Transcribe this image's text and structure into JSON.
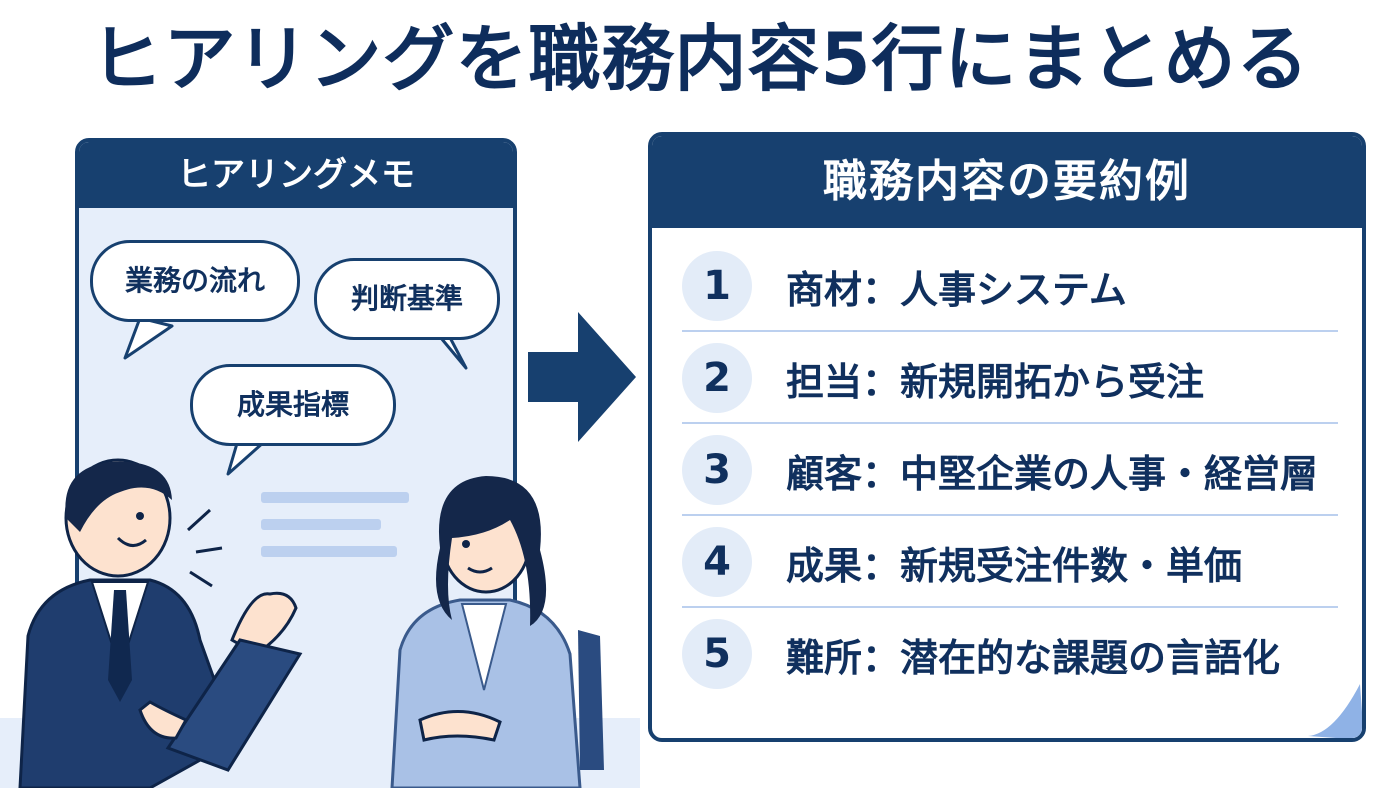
{
  "title": "ヒアリングを職務内容5行にまとめる",
  "memo": {
    "header": "ヒアリングメモ",
    "bubbles": [
      "業務の流れ",
      "判断基準",
      "成果指標"
    ]
  },
  "summary": {
    "header": "職務内容の要約例",
    "rows": [
      {
        "num": "1",
        "text": "商材：人事システム"
      },
      {
        "num": "2",
        "text": "担当：新規開拓から受注"
      },
      {
        "num": "3",
        "text": "顧客：中堅企業の人事・経営層"
      },
      {
        "num": "4",
        "text": "成果：新規受注件数・単価"
      },
      {
        "num": "5",
        "text": "難所：潜在的な課題の言語化"
      }
    ]
  },
  "colors": {
    "navy": "#17406f",
    "light_blue": "#e6eefa",
    "line_blue": "#bcd0ef"
  }
}
